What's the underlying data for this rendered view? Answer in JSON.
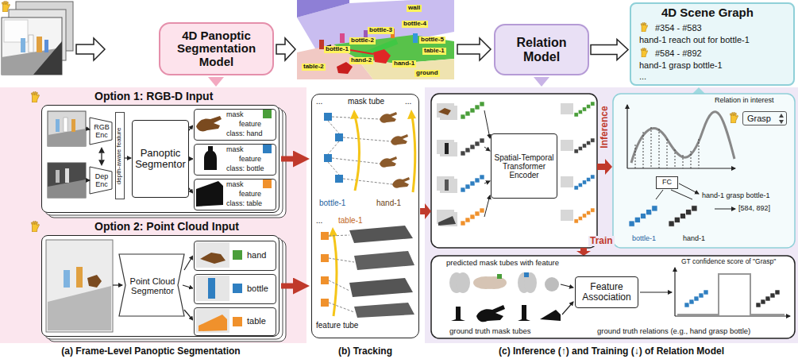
{
  "diagram": {
    "nodes": [
      {
        "text": [
          "4D Panoptic Segmentation Model"
        ]
      },
      {
        "text": [
          "Relation Model"
        ]
      },
      {
        "text": [
          "4D Scene Graph",
          "#354 - #583",
          "hand-1 reach out for bottle-1",
          "#584 - #892",
          "hand-1 grasp bottle-1",
          "..."
        ]
      },
      {
        "text": [
          "Option 1: RGB-D Input"
        ]
      },
      {
        "text": [
          "RGB Enc"
        ],
        "in": 3
      },
      {
        "text": [
          "Dep Enc"
        ],
        "in": 3
      },
      {
        "text": [
          "depth-aware feature"
        ],
        "in": 3
      },
      {
        "text": [
          "Panoptic Segmentor"
        ],
        "in": 3
      },
      {
        "text": [
          "mask",
          "feature",
          "class: hand"
        ],
        "in": 3
      },
      {
        "text": [
          "mask",
          "feature",
          "class: bottle"
        ],
        "in": 3
      },
      {
        "text": [
          "mask",
          "feature",
          "class: table"
        ],
        "in": 3
      },
      {
        "text": [
          "Option 2: Point Cloud Input"
        ]
      },
      {
        "text": [
          "Point Cloud Segmentor"
        ],
        "in": 11
      },
      {
        "text": [
          "hand"
        ],
        "in": 11
      },
      {
        "text": [
          "bottle"
        ],
        "in": 11
      },
      {
        "text": [
          "table"
        ],
        "in": 11
      },
      {
        "text": [
          "mask tube"
        ]
      },
      {
        "text": [
          "Spatial-Temporal Transformer Encoder"
        ]
      },
      {
        "text": [
          "Grasp"
        ]
      },
      {
        "text": [
          "FC"
        ]
      },
      {
        "text": [
          "Feature Association"
        ]
      }
    ],
    "edges": [
      {
        "from": 1,
        "to": 2,
        "arrow": "to"
      },
      {
        "from": 4,
        "to": 5,
        "arrow": "both"
      },
      {
        "from": 3,
        "to": 16,
        "arrow": "to"
      },
      {
        "from": 11,
        "to": 16,
        "arrow": "to"
      }
    ],
    "labels": [
      "wall",
      "bottle-1",
      "bottle-2",
      "bottle-3",
      "bottle-4",
      "bottle-5",
      "table-1",
      "table-2",
      "ground",
      "hand-1",
      "hand-2",
      "(a) Frame-Level Panoptic Segmentation",
      "(b) Tracking",
      "(c) Inference (↑) and Training (↓) of Relation Model",
      "...",
      "...",
      "bottle-1",
      "hand-1",
      "table-1",
      "...",
      "feature tube",
      "Inference",
      "Train",
      "Relation in interest",
      "hand-1 grasp bottle-1",
      "[584, 892]",
      "bottle-1",
      "hand-1",
      "predicted mask tubes with feature",
      "ground truth mask tubes",
      "GT confidence score of \"Grasp\"",
      "ground truth relations (e.g., hand grasp bottle)"
    ]
  }
}
